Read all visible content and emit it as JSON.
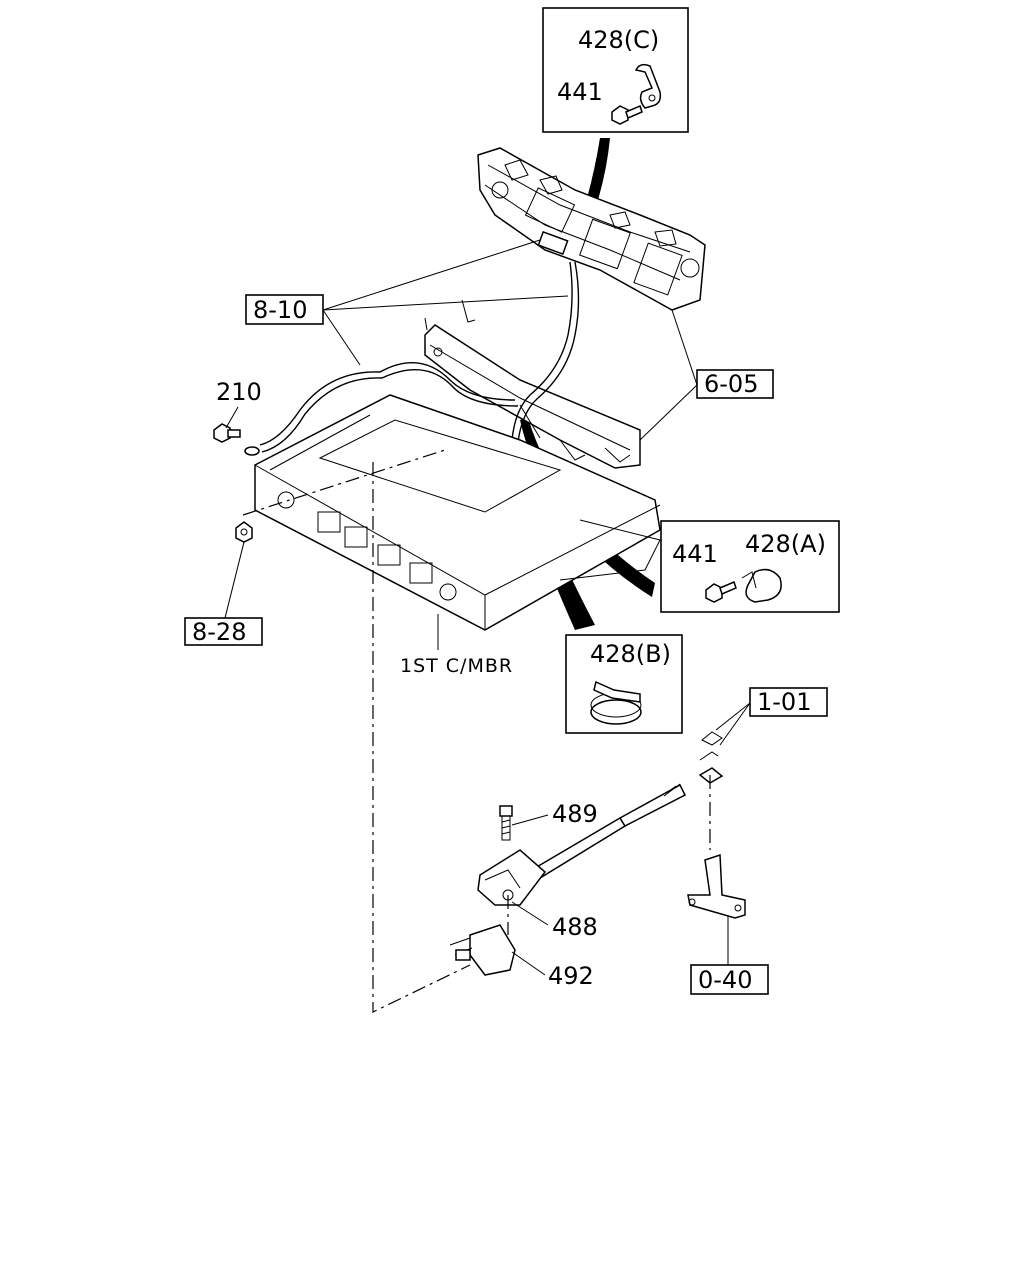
{
  "callouts": {
    "ref_8_10": "8-10",
    "ref_6_05": "6-05",
    "ref_8_28": "8-28",
    "ref_1_01": "1-01",
    "ref_0_40": "0-40"
  },
  "parts": {
    "p210": "210",
    "p441_c": "441",
    "p428_c": "428(C)",
    "p441_a": "441",
    "p428_a": "428(A)",
    "p428_b": "428(B)",
    "p489": "489",
    "p488": "488",
    "p492": "492"
  },
  "annotations": {
    "first_crossmember": "1ST C/MBR"
  }
}
